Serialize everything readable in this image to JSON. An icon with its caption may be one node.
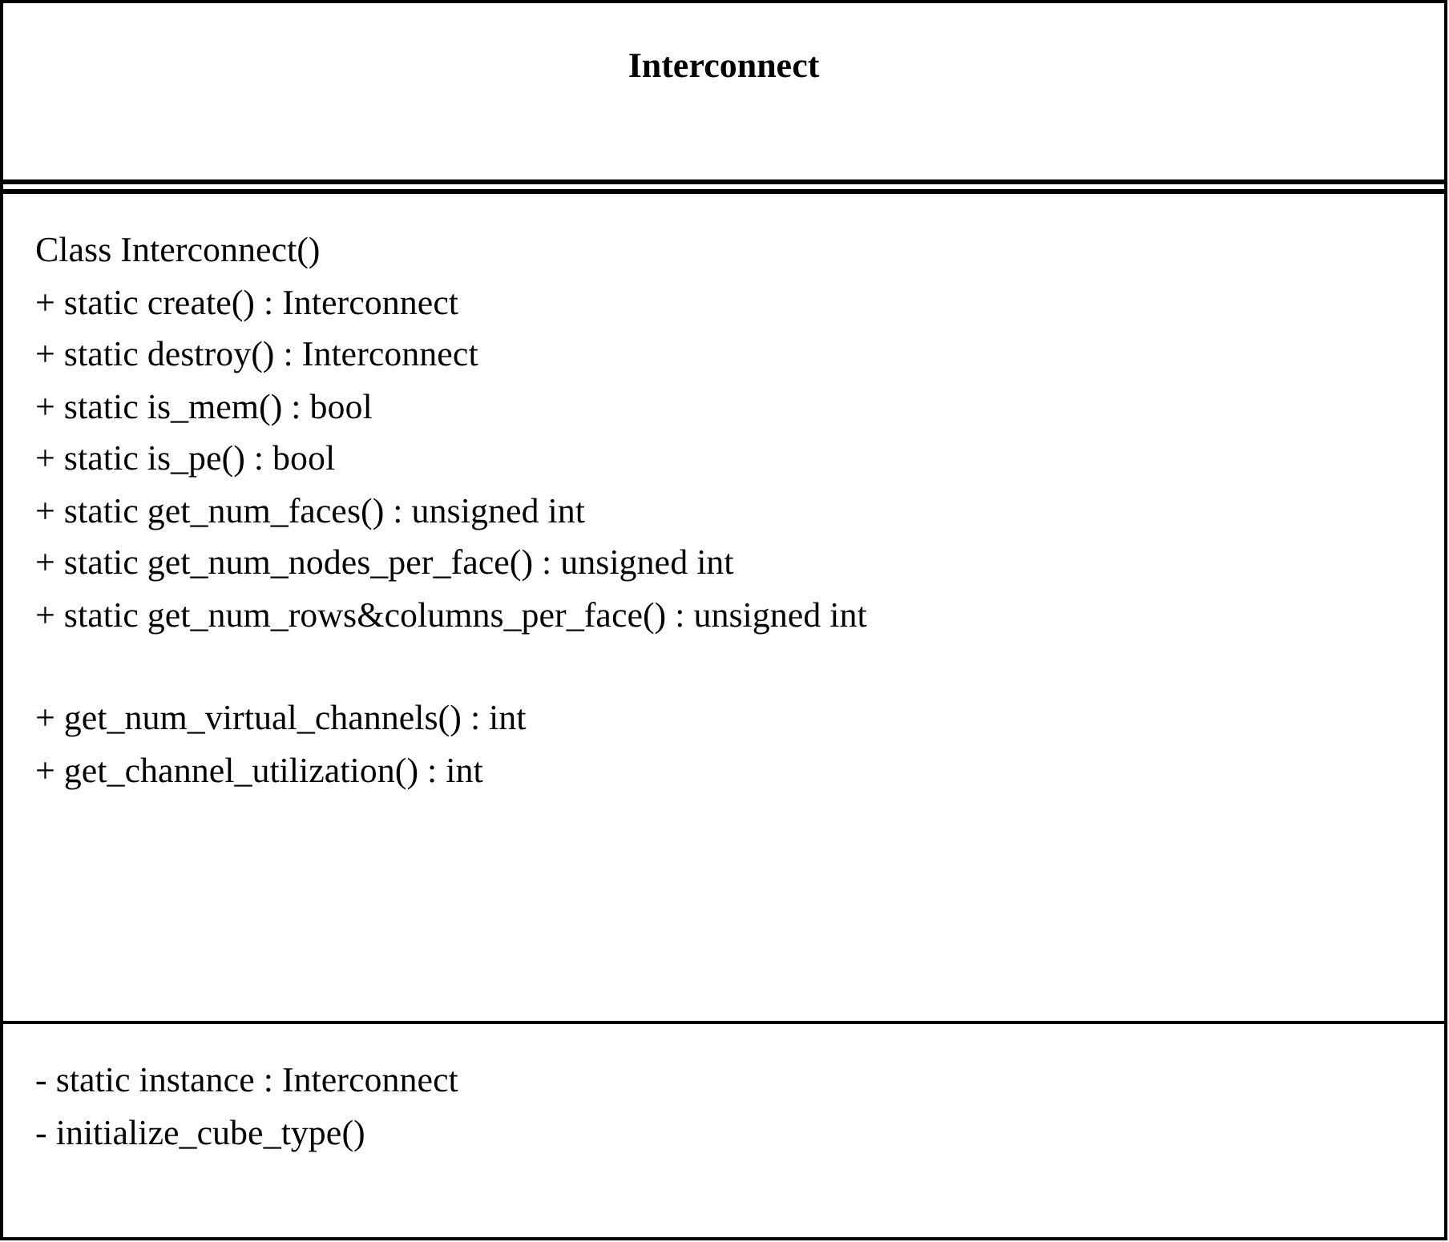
{
  "diagram": {
    "nodes": [
      {
        "text": [
          "Interconnect"
        ]
      },
      {
        "text": [
          "Class Interconnect()",
          "+ static create() : Interconnect",
          "+ static destroy() : Interconnect",
          "+ static is_mem() : bool",
          "+ static is_pe() : bool",
          "+ static get_num_faces() : unsigned int",
          "+ static get_num_nodes_per_face() : unsigned int",
          "+ static get_num_rows&columns_per_face() : unsigned int",
          "+ get_num_virtual_channels() : int",
          "+ get_channel_utilization() : int"
        ],
        "in": 0
      },
      {
        "text": [
          "- static instance : Interconnect",
          "- initialize_cube_type()"
        ],
        "in": 0
      }
    ]
  }
}
